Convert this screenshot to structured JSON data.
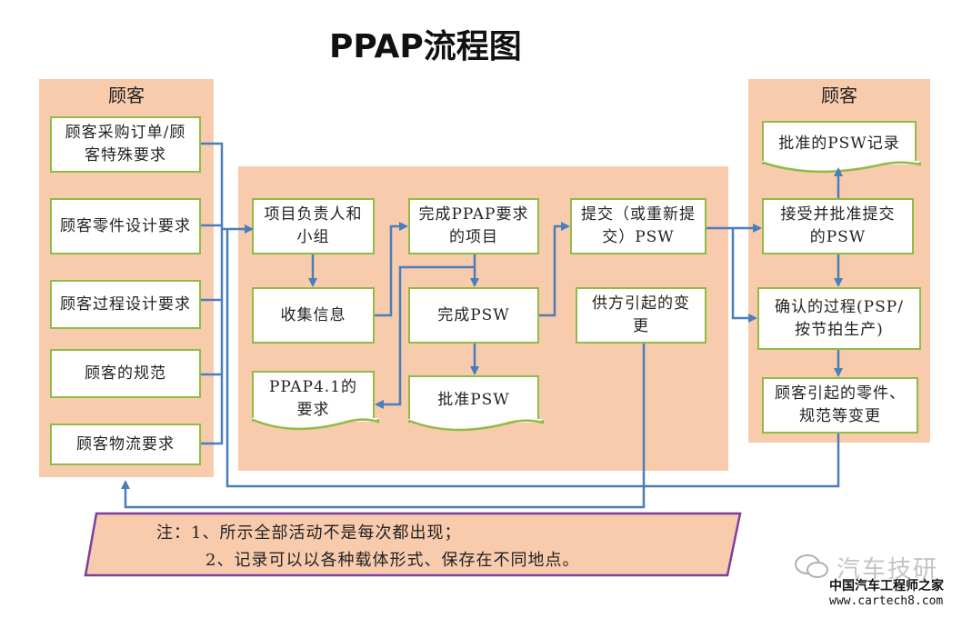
{
  "title": "PPAP流程图",
  "left_panel": {
    "title": "顾客",
    "items": [
      "顾客采购订单/顾客特殊要求",
      "顾客零件设计要求",
      "顾客过程设计要求",
      "顾客的规范",
      "顾客物流要求"
    ]
  },
  "middle": {
    "project_team": "项目负责人和小组",
    "collect_info": "收集信息",
    "ppap_requirements_doc": "PPAP4.1的要求",
    "complete_ppap_items": "完成PPAP要求的项目",
    "complete_psw": "完成PSW",
    "approve_psw": "批准PSW",
    "submit_psw": "提交（或重新提交）PSW",
    "supplier_change": "供方引起的变更"
  },
  "right_panel": {
    "title": "顾客",
    "approved_psw_record": "批准的PSW记录",
    "accept_approve": "接受并批准提交的PSW",
    "confirm_process": "确认的过程(PSP/按节拍生产)",
    "customer_change": "顾客引起的零件、规范等变更"
  },
  "note": {
    "line1": "注：1、所示全部活动不是每次都出现；",
    "line2": "2、记录可以以各种载体形式、保存在不同地点。"
  },
  "watermark": {
    "brand": "汽车技研",
    "site_name": "中国汽车工程师之家",
    "url": "www.cartech8.com"
  },
  "colors": {
    "panel": "#f8cbad",
    "box_border": "#8fbc45",
    "arrow": "#4a7ebb",
    "note_border": "#7b3f9e"
  }
}
